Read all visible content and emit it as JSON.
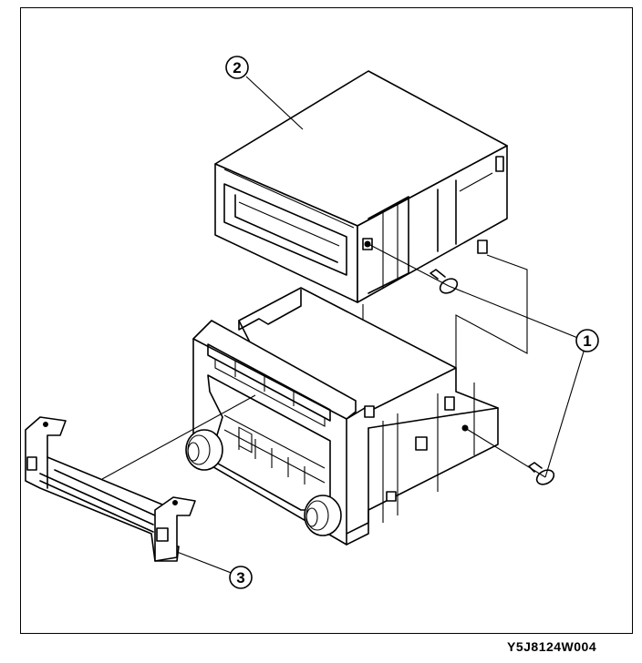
{
  "diagram": {
    "callouts": [
      {
        "id": "1",
        "label": "1"
      },
      {
        "id": "2",
        "label": "2"
      },
      {
        "id": "3",
        "label": "3"
      }
    ],
    "code": "Y5J8124W004",
    "colors": {
      "line": "#000000",
      "background": "#ffffff"
    }
  }
}
